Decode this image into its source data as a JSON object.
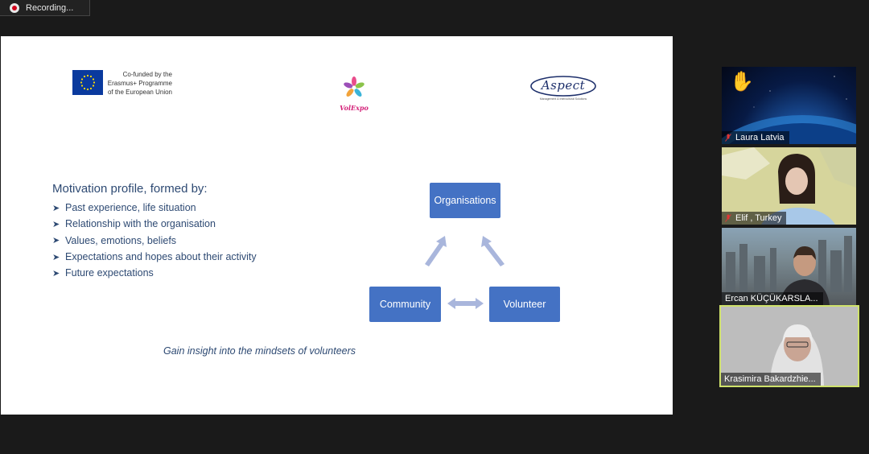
{
  "recording": {
    "label": "Recording..."
  },
  "slide": {
    "eu_text": "Co-funded by the\nErasmus+ Programme\nof the European Union",
    "volexpo_logo": "VolExpo",
    "aspect_logo": "Aspect",
    "aspect_tagline": "Management & Intercultural Solutions",
    "heading": "Motivation profile, formed by:",
    "bullets": [
      "Past experience, life situation",
      "Relationship with the organisation",
      "Values, emotions, beliefs",
      "Expectations and hopes about their activity",
      "Future expectations"
    ],
    "diagram": {
      "top": "Organisations",
      "left": "Community",
      "right": "Volunteer"
    },
    "caption": "Gain insight into the mindsets of volunteers"
  },
  "participants": [
    {
      "name": "Laura Latvia",
      "muted": true,
      "hand_raised": true
    },
    {
      "name": "Elif , Turkey",
      "muted": true
    },
    {
      "name": "Ercan KÜÇÜKARSLA..."
    },
    {
      "name": "Krasimira Bakardzhie..."
    }
  ],
  "colors": {
    "diagram_box": "#4472c4",
    "diagram_arrow": "#a9b6dc",
    "text": "#2e4a73",
    "active_speaker_border": "#cfe26b"
  }
}
